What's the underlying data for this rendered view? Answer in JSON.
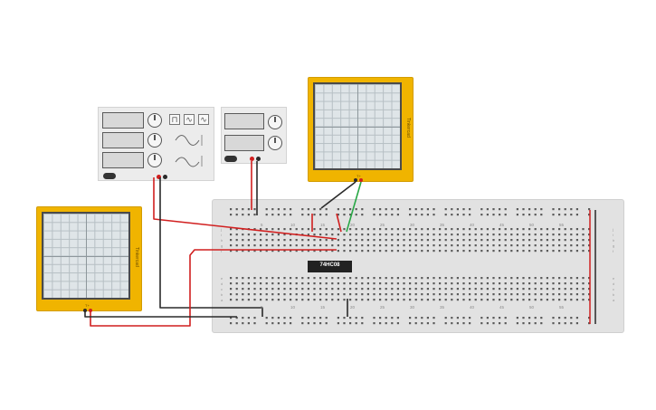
{
  "app": {
    "title": "Circuit simulator workspace"
  },
  "function_generator": {
    "display_1": "",
    "display_2": "",
    "display_3": "",
    "wave_buttons": [
      "square",
      "triangle",
      "sine"
    ],
    "icon_sine": "sine-wave-icon",
    "icon_square": "square-wave-icon"
  },
  "power_supply": {
    "display_1": "",
    "display_2": ""
  },
  "oscilloscope_top": {
    "brand": "Tinkercad",
    "probe_label": "T+"
  },
  "oscilloscope_left": {
    "brand": "Tinkercad",
    "probe_label": "T+"
  },
  "breadboard": {
    "column_numbers": [
      "5",
      "10",
      "15",
      "20",
      "25",
      "30",
      "35",
      "40",
      "45",
      "50",
      "55"
    ],
    "row_letters_top": [
      "j",
      "i",
      "h",
      "g",
      "f"
    ],
    "row_letters_bottom": [
      "e",
      "d",
      "c",
      "b",
      "a"
    ]
  },
  "chip": {
    "label": "74HC08"
  },
  "colors": {
    "wire_red": "#d11f1f",
    "wire_black": "#2a2a2a",
    "wire_green": "#28a745",
    "scope_body": "#f0b400",
    "rail_red": "#d11f1f",
    "rail_black": "#2a2a2a"
  }
}
